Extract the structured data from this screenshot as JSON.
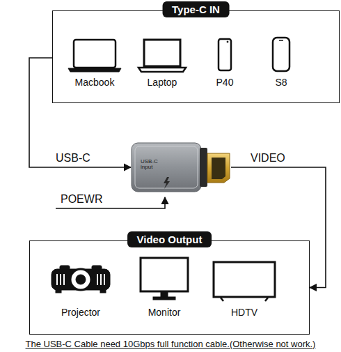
{
  "diagram": {
    "caption": "The USB-C Cable need 10Gbps full function cable.(Otherwise not work.)",
    "nodes": [
      {
        "text": [
          "Type-C IN"
        ]
      },
      {
        "text": [
          "Macbook"
        ],
        "in": 0
      },
      {
        "text": [
          "Laptop"
        ],
        "in": 0
      },
      {
        "text": [
          "P40"
        ],
        "in": 0
      },
      {
        "text": [
          "S8"
        ],
        "in": 0
      },
      {
        "text": [
          "USB-C input"
        ]
      },
      {
        "text": [
          "Video Output"
        ]
      },
      {
        "text": [
          "Projector"
        ],
        "in": 6
      },
      {
        "text": [
          "Monitor"
        ],
        "in": 6
      },
      {
        "text": [
          "HDTV"
        ],
        "in": 6
      }
    ],
    "edges": [
      {
        "from": 0,
        "to": 5,
        "label": "USB-C",
        "arrow": "to"
      },
      {
        "from": 5,
        "to": 6,
        "label": "VIDEO",
        "arrow": "to"
      }
    ],
    "labels": [
      "POEWR"
    ]
  }
}
